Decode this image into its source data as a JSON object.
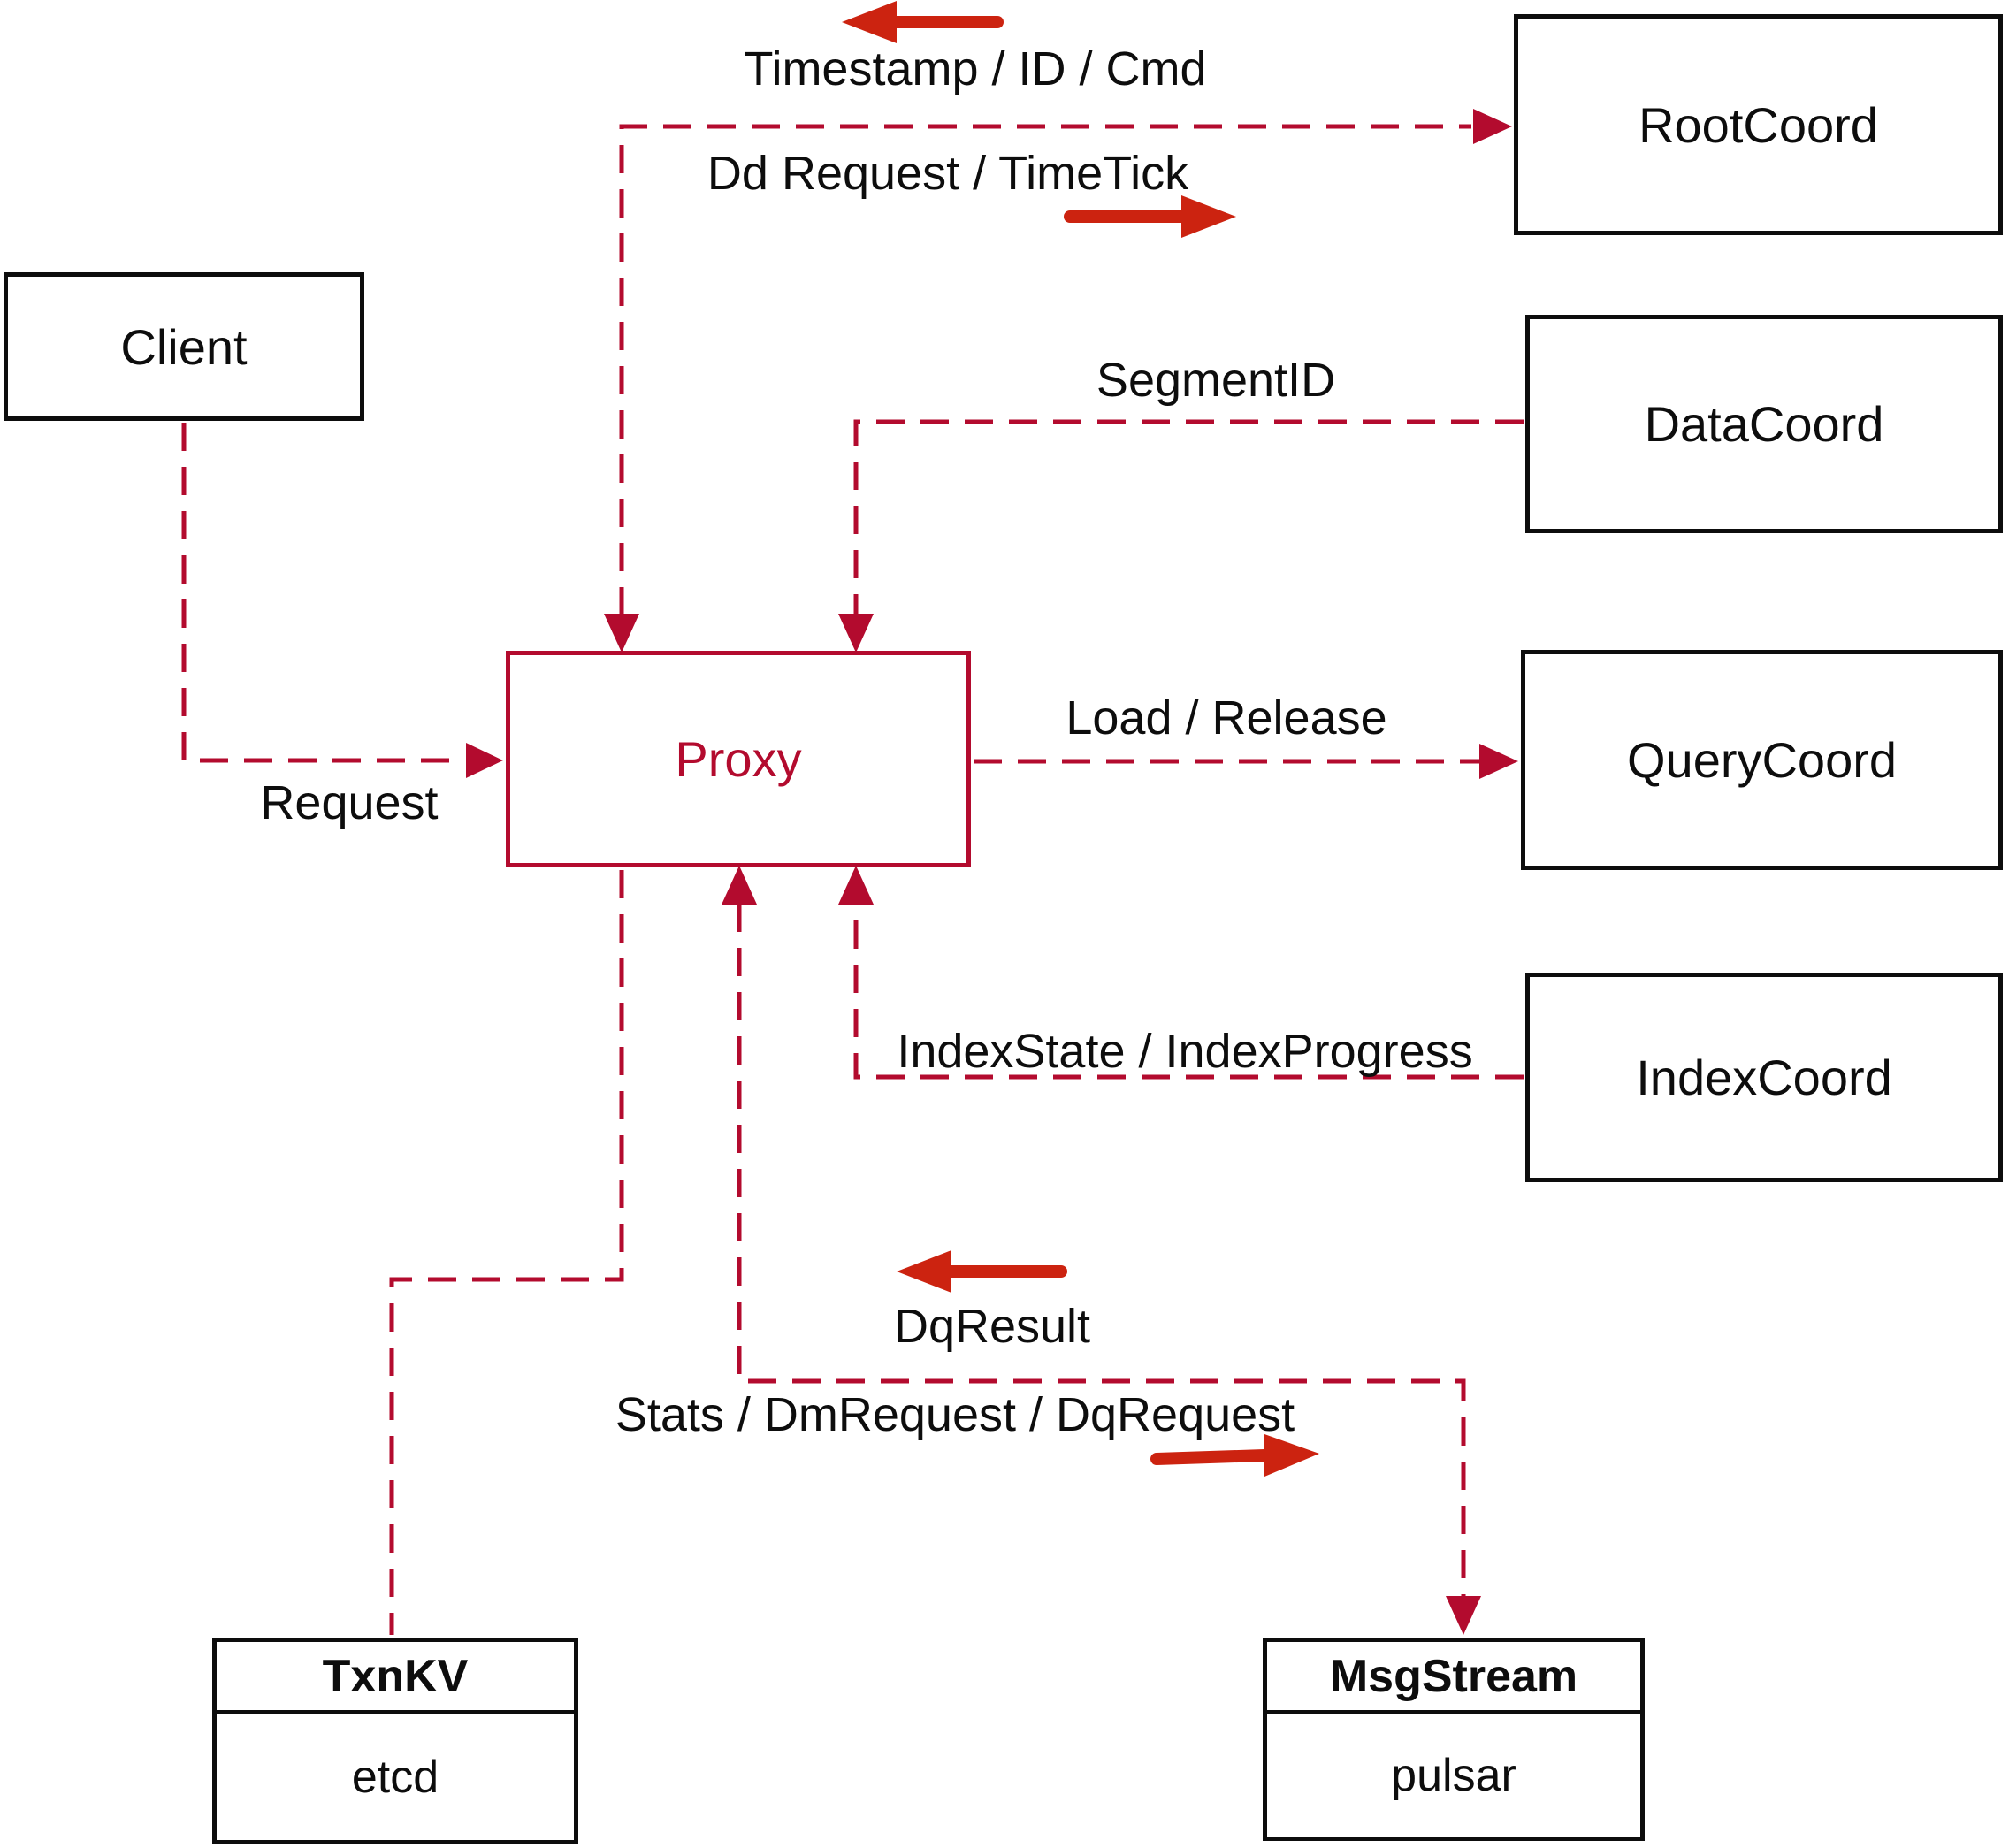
{
  "colors": {
    "dashed_line": "#b30b2e",
    "solid_arrow": "#cc2310",
    "box_border": "#0d0d0d",
    "background": "#ffffff"
  },
  "nodes": {
    "client": {
      "label": "Client"
    },
    "root_coord": {
      "label": "RootCoord"
    },
    "data_coord": {
      "label": "DataCoord"
    },
    "query_coord": {
      "label": "QueryCoord"
    },
    "index_coord": {
      "label": "IndexCoord"
    },
    "proxy": {
      "label": "Proxy"
    },
    "txn_kv": {
      "title": "TxnKV",
      "subtitle": "etcd"
    },
    "msg_stream": {
      "title": "MsgStream",
      "subtitle": "pulsar"
    }
  },
  "edge_labels": {
    "timestamp_id_cmd": "Timestamp / ID / Cmd",
    "dd_request_timetick": "Dd Request / TimeTick",
    "segment_id": "SegmentID",
    "load_release": "Load / Release",
    "index_state_progress": "IndexState / IndexProgress",
    "dq_result": "DqResult",
    "stats_dm_dq_request": "Stats / DmRequest / DqRequest",
    "request": "Request"
  }
}
